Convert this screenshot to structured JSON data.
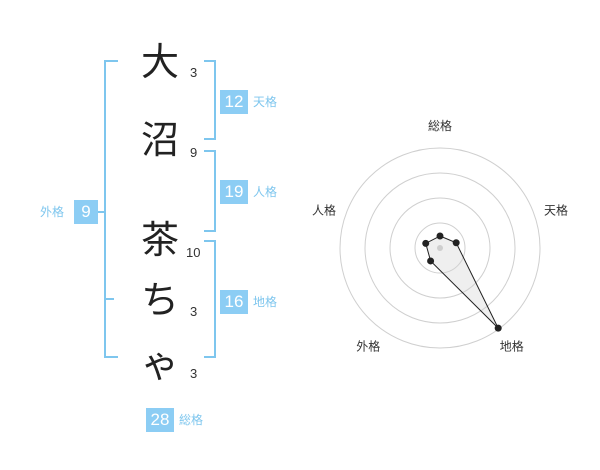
{
  "name": {
    "chars": [
      {
        "char": "大",
        "strokes": "3"
      },
      {
        "char": "沼",
        "strokes": "9"
      },
      {
        "char": "茶",
        "strokes": "10"
      },
      {
        "char": "ち",
        "strokes": "3"
      },
      {
        "char": "ゃ",
        "strokes": "3"
      }
    ]
  },
  "fortunes": {
    "tenkaku": {
      "value": "12",
      "label": "天格"
    },
    "jinkaku": {
      "value": "19",
      "label": "人格"
    },
    "chikaku": {
      "value": "16",
      "label": "地格"
    },
    "gaikaku": {
      "value": "9",
      "label": "外格"
    },
    "soukaku": {
      "value": "28",
      "label": "総格"
    }
  },
  "colors": {
    "accent": "#8ccdf4",
    "bracket": "#7ec6ee",
    "label": "#7ec6ee"
  },
  "chart_data": {
    "type": "radar",
    "axes": [
      "総格",
      "天格",
      "地格",
      "外格",
      "人格"
    ],
    "values": [
      0.12,
      0.17,
      0.99,
      0.16,
      0.15
    ],
    "rings": 4,
    "grid": true
  }
}
